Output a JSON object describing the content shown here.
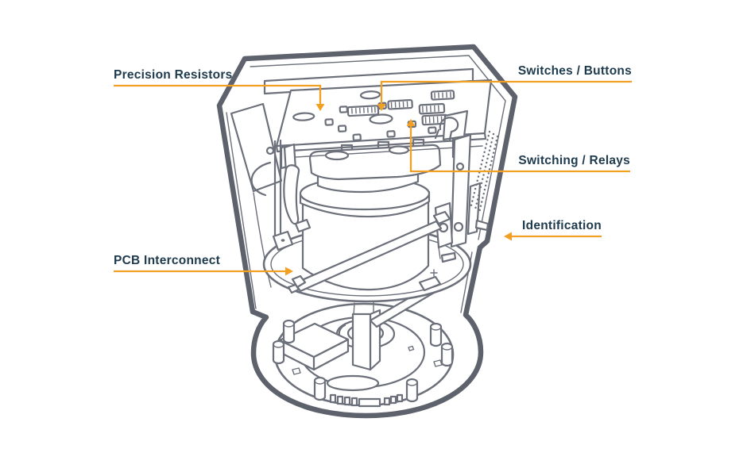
{
  "figure": {
    "type": "annotated-technical-line-drawing",
    "subject": "Cutaway illustration of a precision instrument showing internal electronic assemblies"
  },
  "colors": {
    "background": "#FFFFFF",
    "accent": "#F2A024",
    "label": "#1E3A4D",
    "line": "#6C707A",
    "outline": "#5D626C"
  },
  "labels": {
    "precision_resistors": "Precision Resistors",
    "switches_buttons": "Switches / Buttons",
    "switching_relays": "Switching / Relays",
    "identification": "Identification",
    "pcb_interconnect": "PCB Interconnect"
  }
}
